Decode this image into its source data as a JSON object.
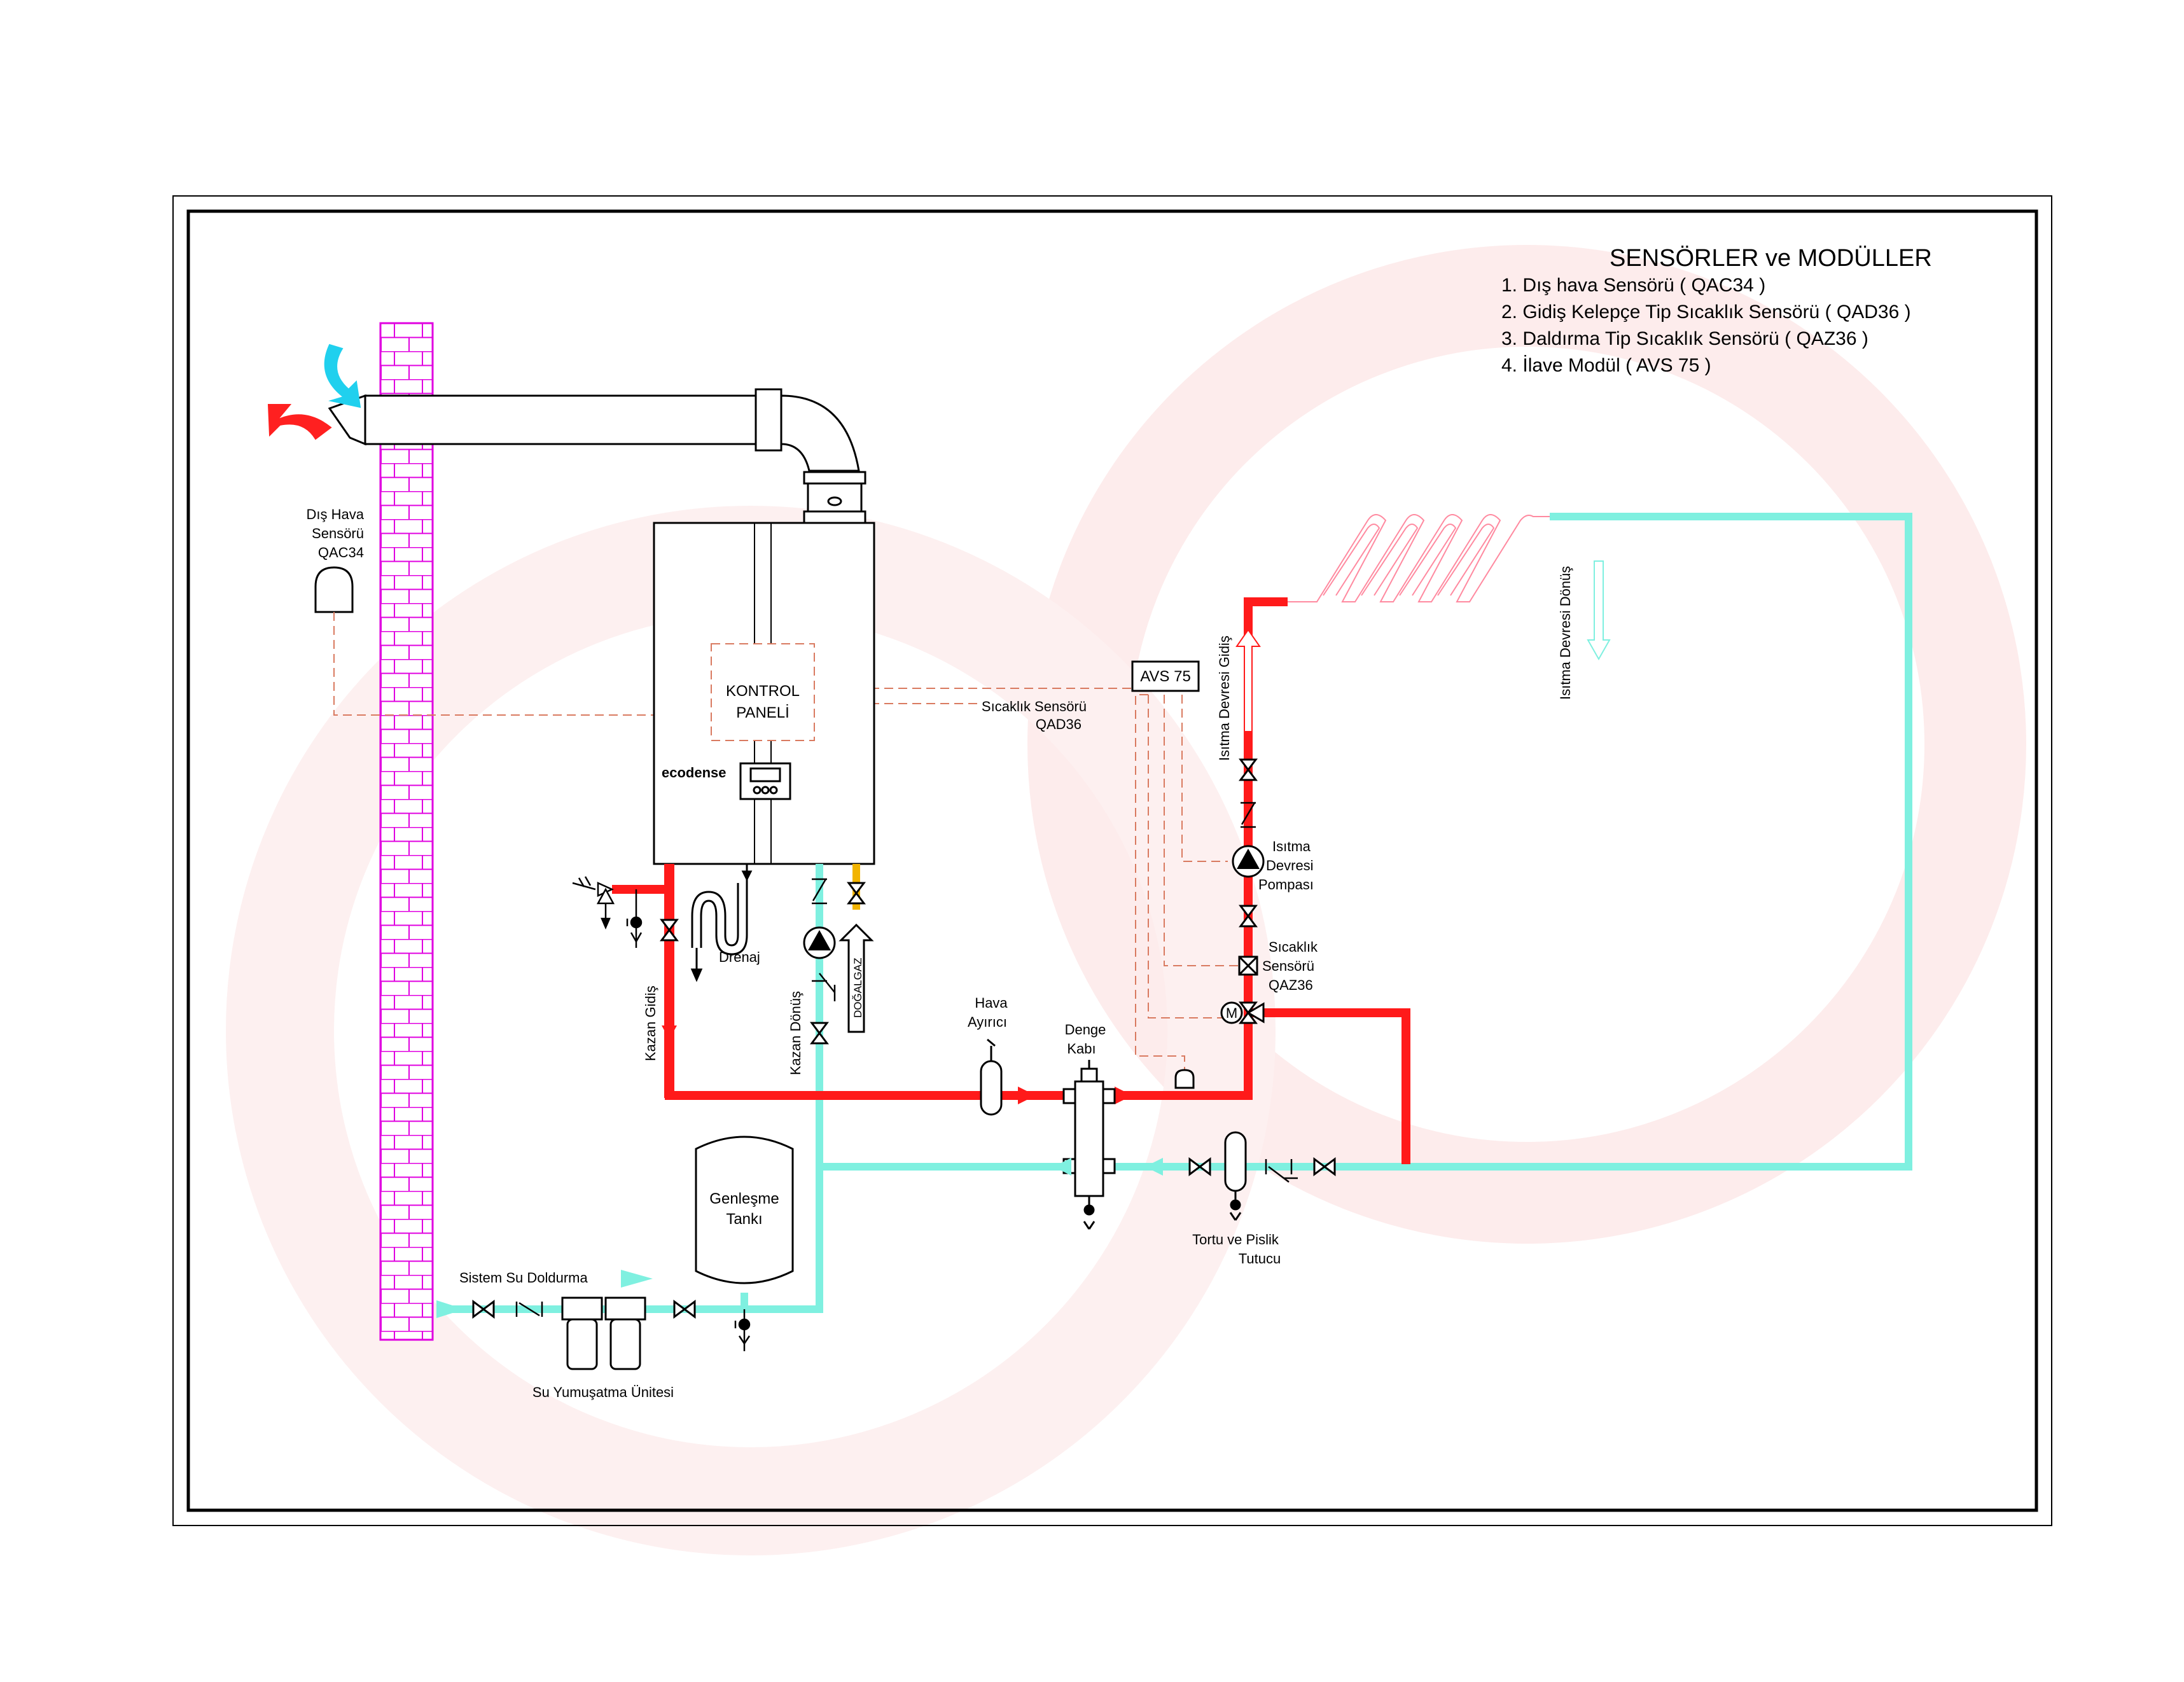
{
  "legend": {
    "title": "SENSÖRLER ve MODÜLLER",
    "items": [
      "1. Dış hava Sensörü ( QAC34 )",
      "2. Gidiş Kelepçe Tip Sıcaklık Sensörü ( QAD36 )",
      "3. Daldırma Tip Sıcaklık Sensörü ( QAZ36 )",
      "4. İlave Modül ( AVS 75 )"
    ]
  },
  "labels": {
    "outdoor_sensor": [
      "Dış Hava",
      "Sensörü",
      "QAC34"
    ],
    "control_panel": [
      "KONTROL",
      "PANELİ"
    ],
    "brand": "ecodense",
    "avs": "AVS 75",
    "qad36": [
      "Sıcaklık Sensörü",
      "QAD36"
    ],
    "heating_supply": "Isıtma Devresi Gidiş",
    "heating_return": "Isıtma Devresi Dönüş",
    "heating_pump": [
      "Isıtma",
      "Devresi",
      "Pompası"
    ],
    "qaz36": [
      "Sıcaklık",
      "Sensörü",
      "QAZ36"
    ],
    "drain": "Drenaj",
    "natural_gas": "DOĞALGAZ",
    "boiler_supply": "Kazan Gidiş",
    "boiler_return": "Kazan Dönüş",
    "air_separator": [
      "Hava",
      "Ayırıcı"
    ],
    "balance_tank": [
      "Denge",
      "Kabı"
    ],
    "mixing_valve": "M",
    "expansion_tank": [
      "Genleşme",
      "Tankı"
    ],
    "system_fill": "Sistem Su Doldurma",
    "softener": "Su Yumuşatma Ünitesi",
    "dirt_separator": [
      "Tortu ve Pislik",
      "Tutucu"
    ]
  },
  "colors": {
    "supply_pipe": "#ff1a1a",
    "return_pipe": "#7ff0e0",
    "gas_pipe": "#f2b400",
    "chimney": "#e000e0",
    "signal_wire": "#d97a60",
    "floor_heating": "#ff8aa0",
    "exhaust_arrow": "#ff2020",
    "intake_arrow": "#20d0ee",
    "watermark": "#fdecec"
  }
}
